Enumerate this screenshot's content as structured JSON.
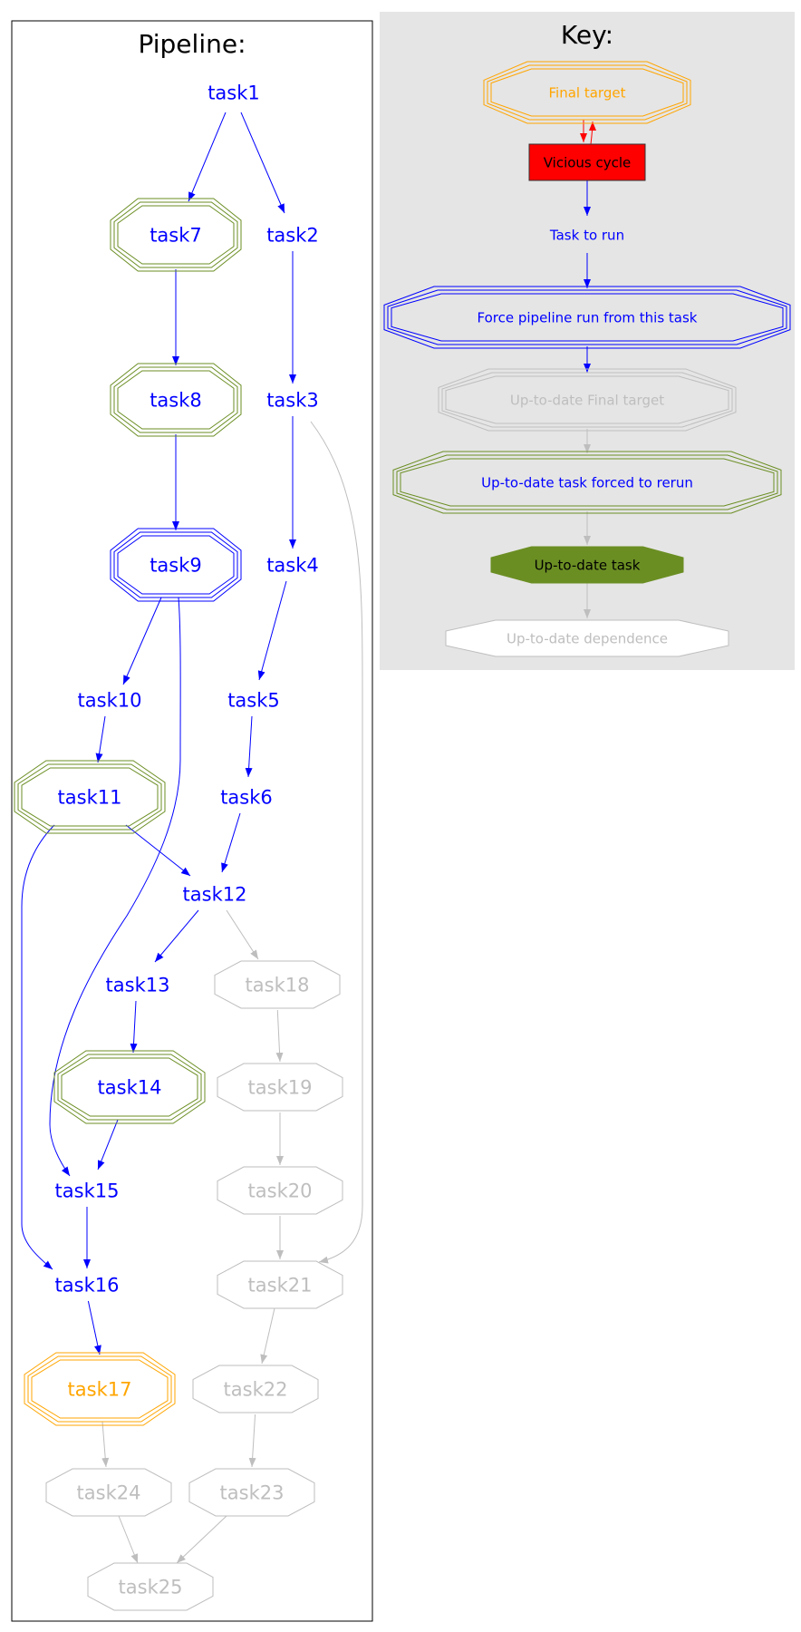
{
  "colors": {
    "blue": "#0000ff",
    "darkblue": "#0000cc",
    "green": "#6b8e23",
    "orange": "#ffa500",
    "gray": "#bebebe",
    "red": "#ff0000",
    "key_bg": "#e5e5e5",
    "black": "#000000"
  },
  "pipeline": {
    "title": "Pipeline:",
    "nodes": [
      {
        "id": "task1",
        "label": "task1",
        "style": "run"
      },
      {
        "id": "task2",
        "label": "task2",
        "style": "run"
      },
      {
        "id": "task3",
        "label": "task3",
        "style": "run"
      },
      {
        "id": "task4",
        "label": "task4",
        "style": "run"
      },
      {
        "id": "task5",
        "label": "task5",
        "style": "run"
      },
      {
        "id": "task6",
        "label": "task6",
        "style": "run"
      },
      {
        "id": "task7",
        "label": "task7",
        "style": "forced"
      },
      {
        "id": "task8",
        "label": "task8",
        "style": "forced"
      },
      {
        "id": "task9",
        "label": "task9",
        "style": "force_from"
      },
      {
        "id": "task10",
        "label": "task10",
        "style": "run"
      },
      {
        "id": "task11",
        "label": "task11",
        "style": "forced"
      },
      {
        "id": "task12",
        "label": "task12",
        "style": "run"
      },
      {
        "id": "task13",
        "label": "task13",
        "style": "run"
      },
      {
        "id": "task14",
        "label": "task14",
        "style": "forced"
      },
      {
        "id": "task15",
        "label": "task15",
        "style": "run"
      },
      {
        "id": "task16",
        "label": "task16",
        "style": "run"
      },
      {
        "id": "task17",
        "label": "task17",
        "style": "final"
      },
      {
        "id": "task18",
        "label": "task18",
        "style": "uptodate_dep"
      },
      {
        "id": "task19",
        "label": "task19",
        "style": "uptodate_dep"
      },
      {
        "id": "task20",
        "label": "task20",
        "style": "uptodate_dep"
      },
      {
        "id": "task21",
        "label": "task21",
        "style": "uptodate_dep"
      },
      {
        "id": "task22",
        "label": "task22",
        "style": "uptodate_dep"
      },
      {
        "id": "task23",
        "label": "task23",
        "style": "uptodate_dep"
      },
      {
        "id": "task24",
        "label": "task24",
        "style": "uptodate_dep"
      },
      {
        "id": "task25",
        "label": "task25",
        "style": "uptodate_dep"
      }
    ],
    "edges": [
      {
        "from": "task1",
        "to": "task7",
        "color": "blue"
      },
      {
        "from": "task1",
        "to": "task2",
        "color": "blue"
      },
      {
        "from": "task7",
        "to": "task8",
        "color": "blue"
      },
      {
        "from": "task2",
        "to": "task3",
        "color": "blue"
      },
      {
        "from": "task8",
        "to": "task9",
        "color": "blue"
      },
      {
        "from": "task3",
        "to": "task4",
        "color": "blue"
      },
      {
        "from": "task3",
        "to": "task21",
        "color": "gray"
      },
      {
        "from": "task9",
        "to": "task10",
        "color": "blue"
      },
      {
        "from": "task9",
        "to": "task15",
        "color": "blue"
      },
      {
        "from": "task4",
        "to": "task5",
        "color": "blue"
      },
      {
        "from": "task10",
        "to": "task11",
        "color": "blue"
      },
      {
        "from": "task5",
        "to": "task6",
        "color": "blue"
      },
      {
        "from": "task11",
        "to": "task12",
        "color": "blue"
      },
      {
        "from": "task11",
        "to": "task16",
        "color": "blue"
      },
      {
        "from": "task6",
        "to": "task12",
        "color": "blue"
      },
      {
        "from": "task12",
        "to": "task13",
        "color": "blue"
      },
      {
        "from": "task12",
        "to": "task18",
        "color": "gray"
      },
      {
        "from": "task13",
        "to": "task14",
        "color": "blue"
      },
      {
        "from": "task14",
        "to": "task15",
        "color": "blue"
      },
      {
        "from": "task15",
        "to": "task16",
        "color": "blue"
      },
      {
        "from": "task16",
        "to": "task17",
        "color": "blue"
      },
      {
        "from": "task18",
        "to": "task19",
        "color": "gray"
      },
      {
        "from": "task19",
        "to": "task20",
        "color": "gray"
      },
      {
        "from": "task20",
        "to": "task21",
        "color": "gray"
      },
      {
        "from": "task21",
        "to": "task22",
        "color": "gray"
      },
      {
        "from": "task22",
        "to": "task23",
        "color": "gray"
      },
      {
        "from": "task17",
        "to": "task24",
        "color": "gray"
      },
      {
        "from": "task24",
        "to": "task25",
        "color": "gray"
      },
      {
        "from": "task23",
        "to": "task25",
        "color": "gray"
      }
    ]
  },
  "key": {
    "title": "Key:",
    "items": [
      {
        "id": "k_final",
        "label": "Final target",
        "style": "final"
      },
      {
        "id": "k_cycle",
        "label": "Vicious cycle",
        "style": "cycle"
      },
      {
        "id": "k_run",
        "label": "Task to run",
        "style": "run"
      },
      {
        "id": "k_force",
        "label": "Force pipeline run from this task",
        "style": "force_from"
      },
      {
        "id": "k_utd_final",
        "label": "Up-to-date Final target",
        "style": "uptodate_final"
      },
      {
        "id": "k_forced",
        "label": "Up-to-date task forced to rerun",
        "style": "forced"
      },
      {
        "id": "k_utd",
        "label": "Up-to-date task",
        "style": "uptodate"
      },
      {
        "id": "k_dep",
        "label": "Up-to-date dependence",
        "style": "uptodate_dep_white"
      }
    ],
    "edges": [
      {
        "from": "k_final",
        "to": "k_cycle",
        "color": "red"
      },
      {
        "from": "k_cycle",
        "to": "k_final",
        "color": "red"
      },
      {
        "from": "k_cycle",
        "to": "k_run",
        "color": "blue"
      },
      {
        "from": "k_run",
        "to": "k_force",
        "color": "blue"
      },
      {
        "from": "k_force",
        "to": "k_utd_final",
        "color": "blue"
      },
      {
        "from": "k_utd_final",
        "to": "k_forced",
        "color": "gray"
      },
      {
        "from": "k_forced",
        "to": "k_utd",
        "color": "gray"
      },
      {
        "from": "k_utd",
        "to": "k_dep",
        "color": "gray"
      }
    ]
  }
}
